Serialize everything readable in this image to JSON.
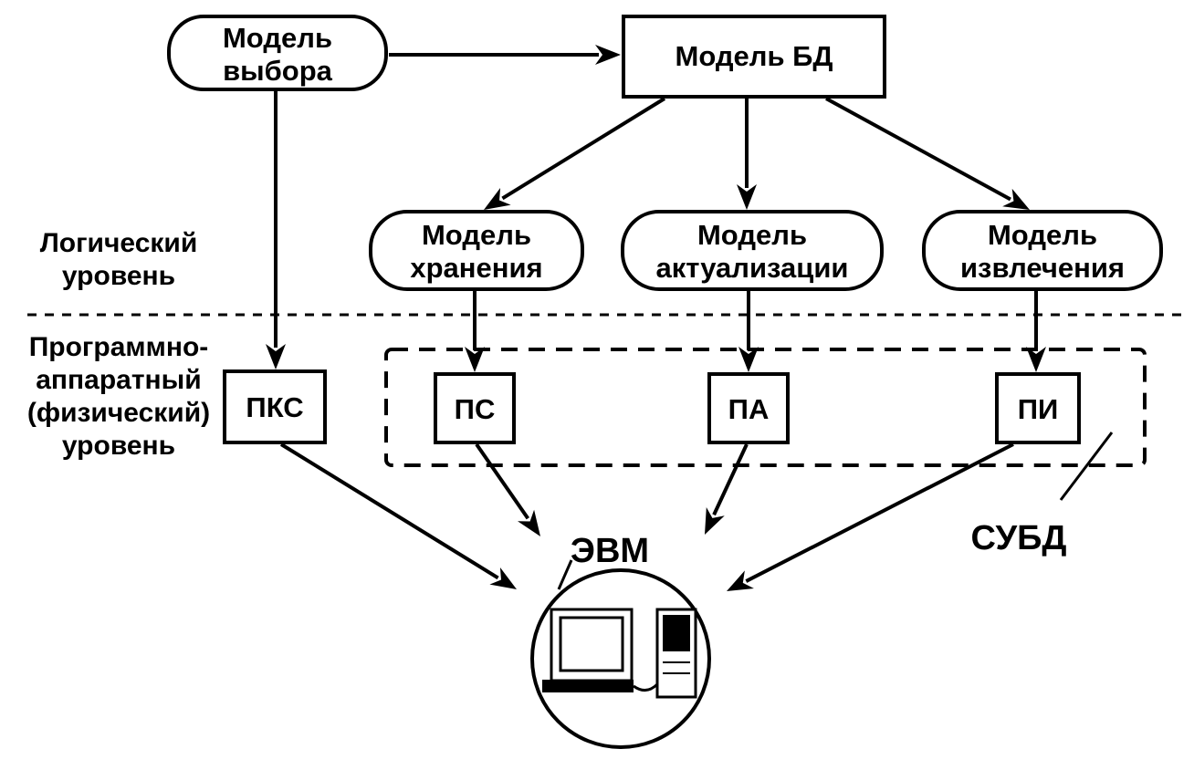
{
  "nodes": {
    "selection_model": {
      "line1": "Модель",
      "line2": "выбора"
    },
    "db_model": {
      "label": "Модель БД"
    },
    "storage_model": {
      "line1": "Модель",
      "line2": "хранения"
    },
    "update_model": {
      "line1": "Модель",
      "line2": "актуализации"
    },
    "extraction_model": {
      "line1": "Модель",
      "line2": "извлечения"
    },
    "pks": {
      "label": "ПКС"
    },
    "ps": {
      "label": "ПС"
    },
    "pa": {
      "label": "ПА"
    },
    "pi": {
      "label": "ПИ"
    },
    "computer": {
      "label": "ЭВМ"
    },
    "dbms": {
      "label": "СУБД"
    }
  },
  "levels": {
    "logical": {
      "line1": "Логический",
      "line2": "уровень"
    },
    "physical": {
      "line1": "Программно-",
      "line2": "аппаратный",
      "line3": "(физический)",
      "line4": "уровень"
    }
  },
  "colors": {
    "ink": "#000000",
    "background": "#ffffff"
  }
}
